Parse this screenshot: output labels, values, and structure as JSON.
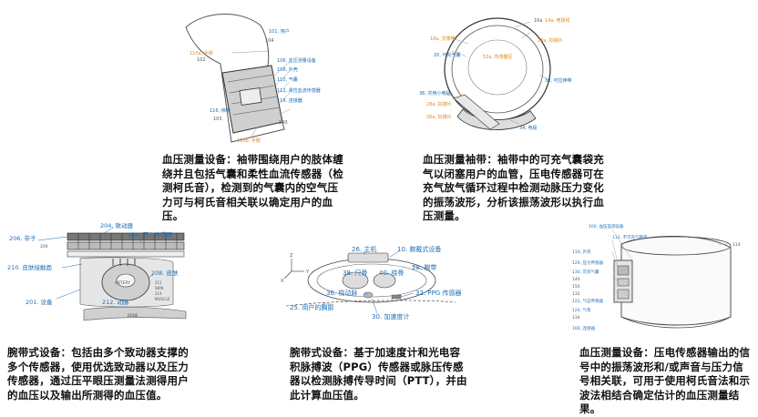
{
  "panels": [
    {
      "caption": "血压测量设备：袖带围绕用户的肢体缠绕并且包括气囊和柔性血流传感器（检测柯氏音），检测到的气囊内的空气压力可与柯氏音相关联以确定用户的血压。",
      "labels": {
        "l101": "101, 用户",
        "l110a": "110a, 手臂",
        "l102": "102",
        "l104": "104",
        "l106": "106, 血压测量设备",
        "l108": "108, 外壳",
        "l110": "110, 气囊",
        "l112": "112, 柔性血流传感器",
        "l118": "118, 连接器",
        "l116": "116, 绑带",
        "l103": "103",
        "l110b": "110b, 手腕",
        "l100": "100"
      }
    },
    {
      "caption": "血压测量袖带：袖带中的可充气囊袋充气以闭塞用户的血管，压电传感器可在充气放气循环过程中检测动脉压力变化的振荡波形，分析该振荡波形以执行血压测量。",
      "labels": {
        "l16a": "16a",
        "l14a": "14a, 电极线",
        "l18a": "18a, 支撑带",
        "l28a_top": "28a, 扣接片",
        "l20": "20, 可充气囊",
        "l52a": "52a, 传感器区",
        "l30": "30, 可拉伸带",
        "l36": "36, 共用小电极",
        "l28a_mid": "28a, 扣接片",
        "l26a": "26a, 扣接片",
        "l34": "34, 电极"
      }
    },
    {
      "caption": "腕带式设备：包括由多个致动器支撑的多个传感器，使用优选致动器以及压力传感器，通过压平眼压测量法测得用户的血压以及输出所测得的血压值。",
      "labels": {
        "l204": "204, 致动器",
        "l206": "206. 带子",
        "l202": "202. 压力传感器",
        "l210": "210. 皮肤接触面",
        "l208": "208. 皮肤",
        "l201": "201. 设备",
        "l212": "212. 动脉",
        "artery": "ARTERY",
        "skin": "SKIN",
        "muscle": "MUSCLE",
        "bone": "BONE",
        "n200": "200",
        "n211": "211",
        "n214": "214"
      }
    },
    {
      "caption": "腕带式设备：基于加速度计和光电容积脉搏波（PPG）传感器或脉压传感器以检测脉搏传导时间（PTT），并由此计算血压值。",
      "labels": {
        "l26": "26. 主机",
        "l10": "10. 腕戴式设备",
        "l38": "38. 尺骨",
        "l40": "40. 桡骨",
        "l28": "28. 腕带",
        "l36": "36. 桡动脉",
        "l32": "32. PPG 传感器",
        "l25": "25. 用户的胸部",
        "l30": "30. 加速度计",
        "ax": "X",
        "ay": "Y",
        "az": "Z"
      }
    },
    {
      "caption": "血压测量设备：压电传感器输出的信号中的振荡波形和/或声音与压力信号相关联，可用于使用柯氏音法和示波法相结合确定估计的血压测量结果。",
      "labels": {
        "l100": "100, 血压监测设备",
        "l110": "110, 外壳",
        "l112": "112, 不可充气腕带",
        "l114": "114",
        "l120": "120, 压力传感器",
        "l130": "130, 可充气囊",
        "l140": "140",
        "l150": "150",
        "l132": "132",
        "l122": "122, 气压传感器",
        "l124": "124, 气泵",
        "l134": "134",
        "l160": "160, 连接器"
      }
    }
  ]
}
